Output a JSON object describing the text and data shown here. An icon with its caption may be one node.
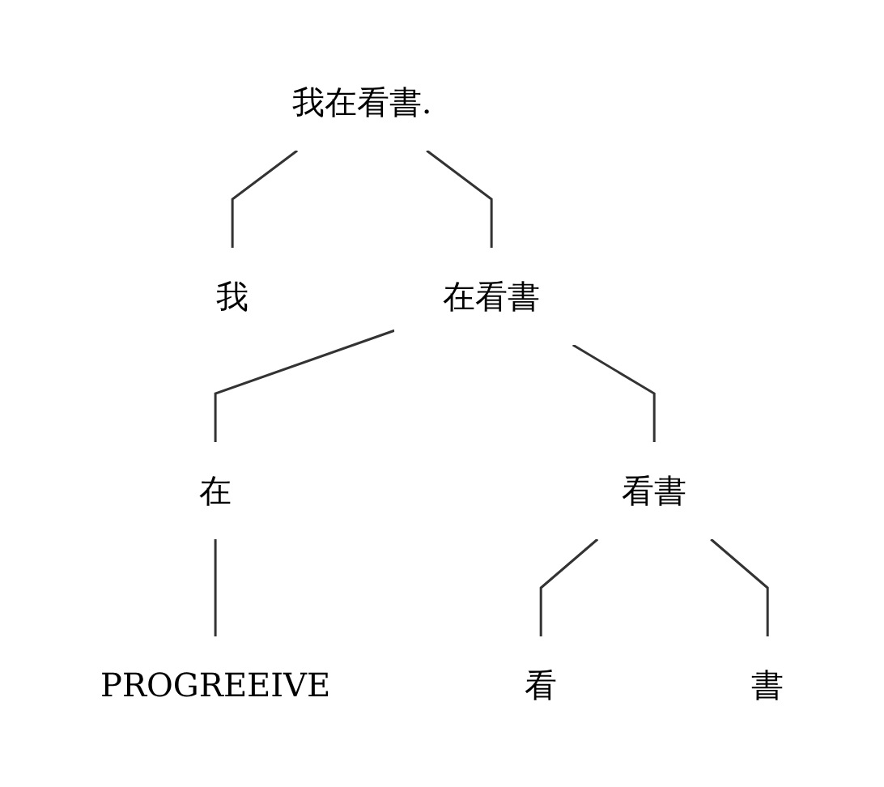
{
  "diagram": {
    "nodes": [
      {
        "text": [
          "我在看書."
        ]
      },
      {
        "text": [
          "我"
        ]
      },
      {
        "text": [
          "在看書"
        ]
      },
      {
        "text": [
          "在"
        ]
      },
      {
        "text": [
          "看書"
        ]
      },
      {
        "text": [
          "PROGREEIVE"
        ]
      },
      {
        "text": [
          "看"
        ]
      },
      {
        "text": [
          "書"
        ]
      }
    ],
    "edges": [
      {
        "from": 0,
        "to": 1,
        "arrow": "none"
      },
      {
        "from": 0,
        "to": 2,
        "arrow": "none"
      },
      {
        "from": 2,
        "to": 3,
        "arrow": "none"
      },
      {
        "from": 2,
        "to": 4,
        "arrow": "none"
      },
      {
        "from": 3,
        "to": 5,
        "arrow": "none"
      },
      {
        "from": 4,
        "to": 6,
        "arrow": "none"
      },
      {
        "from": 4,
        "to": 7,
        "arrow": "none"
      }
    ]
  }
}
